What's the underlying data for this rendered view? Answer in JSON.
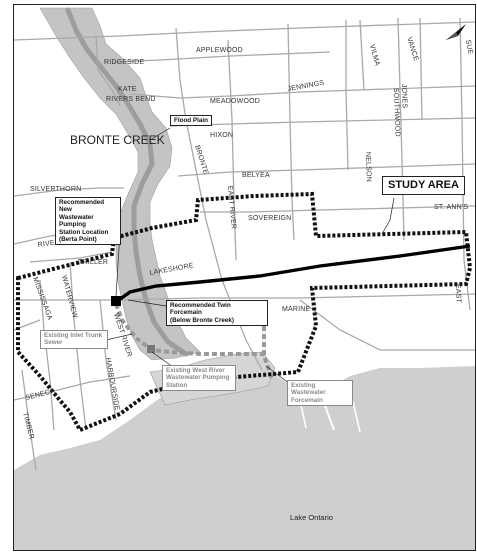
{
  "map": {
    "water_label": "Lake Ontario",
    "creek_label": "BRONTE CREEK",
    "study_area_label": "STUDY AREA",
    "streets": {
      "ridgeside": "RIDGESIDE",
      "applewood": "APPLEWOOD",
      "kate": "KATE",
      "rivers_bend": "RIVERS BEND",
      "meadowood": "MEADOWOOD",
      "jennings": "JENNINGS",
      "vilma": "VILMA",
      "vance": "VANCE",
      "jones": "JONES",
      "southwood": "SOUTHWOOD",
      "hixon": "HIXON",
      "bronte": "BRONTE",
      "belyea": "BELYEA",
      "nelson": "NELSON",
      "east_river": "EAST RIVER",
      "sovereign": "SOVEREIGN",
      "st_anns": "ST. ANN'S",
      "silverthorn": "SILVERTHORN",
      "riverview": "RIVERVIEW",
      "triller": "TRILLER",
      "lakeshore": "LAKESHORE",
      "mississaga": "MISSISSAGA",
      "waterview": "WATERVIEW",
      "west_river": "WEST RIVER",
      "marine": "MARINE",
      "east": "EAST",
      "harbourside": "HARBOURSIDE",
      "seneca": "SENECA",
      "timber": "TIMBER",
      "sue": "SUE"
    },
    "callouts": {
      "flood_plain": "Flood Plain",
      "pumping_station_1": "Recommended New",
      "pumping_station_2": "Wastewater Pumping",
      "pumping_station_3": "Station Location",
      "pumping_station_4": "(Berta Point)",
      "forcemain_1": "Recommended Twin Forcemain",
      "forcemain_2": "(Below Bronte Creek)",
      "inlet_1": "Existing Inlet Trunk",
      "inlet_2": "Sewer",
      "west_river_station_1": "Existing West River",
      "west_river_station_2": "Wastewater Pumping",
      "west_river_station_3": "Station",
      "existing_forcemain_1": "Existing Wastewater",
      "existing_forcemain_2": "Forcemain"
    },
    "colors": {
      "water": "#cfcfcf",
      "creek": "#b8b8b8",
      "street": "#a9a9a9",
      "study_boundary": "#111111",
      "forcemain": "#000000",
      "existing_sewer": "#999999"
    },
    "north_arrow": "north-arrow-icon"
  }
}
